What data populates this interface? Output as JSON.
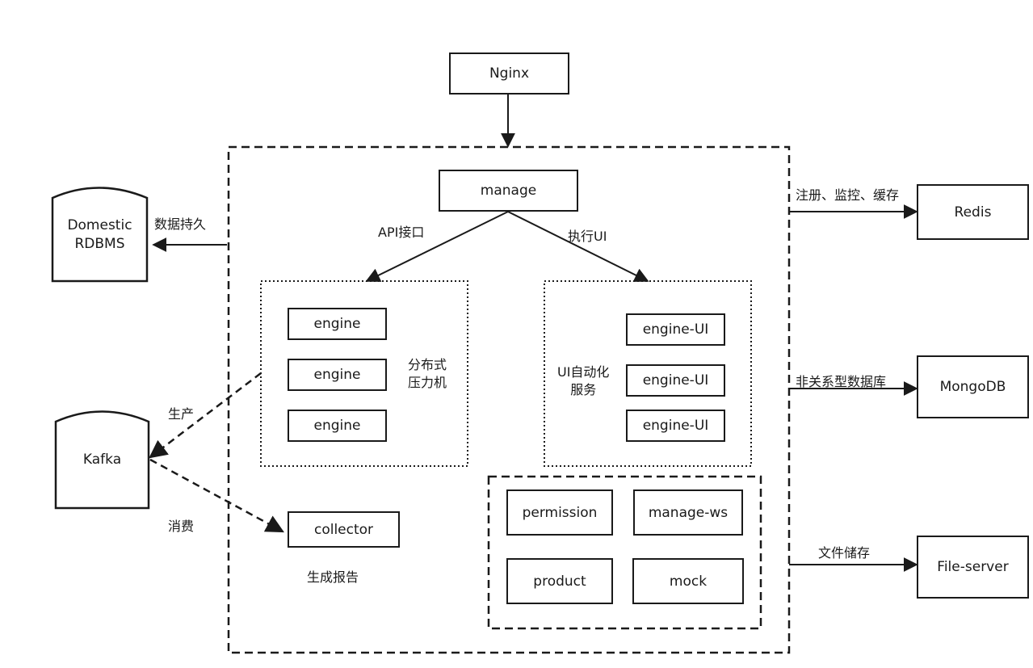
{
  "nodes": {
    "nginx": "Nginx",
    "manage": "manage",
    "engines": [
      "engine",
      "engine",
      "engine"
    ],
    "engine_ui": [
      "engine-UI",
      "engine-UI",
      "engine-UI"
    ],
    "collector": "collector",
    "services": [
      "permission",
      "manage-ws",
      "product",
      "mock"
    ],
    "redis": "Redis",
    "mongodb": "MongoDB",
    "file_server": "File-server",
    "rdbms": [
      "Domestic",
      "RDBMS"
    ],
    "kafka": "Kafka"
  },
  "groups": {
    "stress_group": [
      "分布式",
      "压力机"
    ],
    "ui_group": [
      "UI自动化",
      "服务"
    ]
  },
  "edges": {
    "api": "API接口",
    "exec_ui": "执行UI",
    "persist": "数据持久",
    "produce": "生产",
    "consume": "消费",
    "report": "生成报告",
    "redis": "注册、监控、缓存",
    "mongodb": "非关系型数据库",
    "file": "文件储存"
  }
}
